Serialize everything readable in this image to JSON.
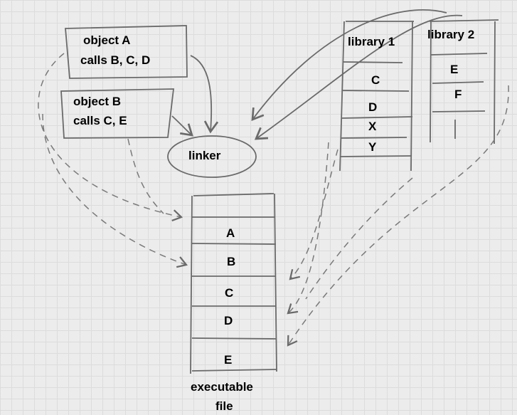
{
  "objects": [
    {
      "title": "object A",
      "calls": "calls B, C, D"
    },
    {
      "title": "object B",
      "calls": "calls C, E"
    }
  ],
  "linker": {
    "label": "linker"
  },
  "libraries": [
    {
      "title": "library 1",
      "entries": [
        "C",
        "D",
        "X",
        "Y"
      ]
    },
    {
      "title": "library 2",
      "entries": [
        "E",
        "F"
      ]
    }
  ],
  "executable": {
    "entries": [
      "A",
      "B",
      "C",
      "D",
      "E"
    ],
    "label_line1": "executable",
    "label_line2": "file"
  },
  "colors": {
    "pencil": "#6a6a6a",
    "paper": "#ececec"
  }
}
